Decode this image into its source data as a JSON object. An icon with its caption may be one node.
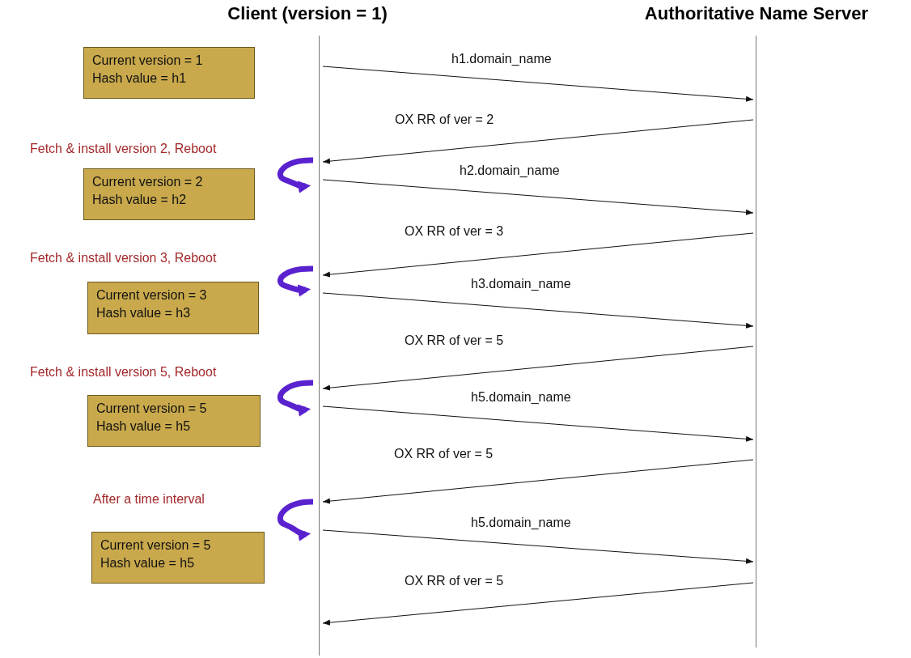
{
  "diagram": {
    "nodes": [
      {
        "text": [],
        "shape": "line",
        "beside": [
          "Client (version = 1)"
        ]
      },
      {
        "text": [],
        "shape": "line",
        "beside": [
          "Authoritative Name Server"
        ]
      },
      {
        "text": [
          "Current version = 1",
          "Hash value = h1"
        ]
      },
      {
        "text": [
          "Current version = 2",
          "Hash value = h2"
        ]
      },
      {
        "text": [
          "Current version = 3",
          "Hash value = h3"
        ]
      },
      {
        "text": [
          "Current version = 5",
          "Hash value = h5"
        ]
      },
      {
        "text": [
          "Current version = 5",
          "Hash value = h5"
        ]
      }
    ],
    "edges": [
      {
        "from": 0,
        "to": 1,
        "arrow": "to",
        "label": "h1.domain_name"
      },
      {
        "from": 1,
        "to": 0,
        "arrow": "to",
        "label": "OX RR of ver = 2"
      },
      {
        "from": 0,
        "to": 1,
        "arrow": "to",
        "label": "h2.domain_name"
      },
      {
        "from": 1,
        "to": 0,
        "arrow": "to",
        "label": "OX RR of ver = 3"
      },
      {
        "from": 0,
        "to": 1,
        "arrow": "to",
        "label": "h3.domain_name"
      },
      {
        "from": 1,
        "to": 0,
        "arrow": "to",
        "label": "OX RR of ver = 5"
      },
      {
        "from": 0,
        "to": 1,
        "arrow": "to",
        "label": "h5.domain_name"
      },
      {
        "from": 1,
        "to": 0,
        "arrow": "to",
        "label": "OX RR of ver = 5"
      },
      {
        "from": 0,
        "to": 1,
        "arrow": "to",
        "label": "h5.domain_name"
      },
      {
        "from": 1,
        "to": 0,
        "arrow": "to",
        "label": "OX RR of ver = 5"
      }
    ],
    "labels": [
      "Fetch & install version 2, Reboot",
      "Fetch & install version 3, Reboot",
      "Fetch & install version 5, Reboot",
      "After a time interval"
    ]
  }
}
